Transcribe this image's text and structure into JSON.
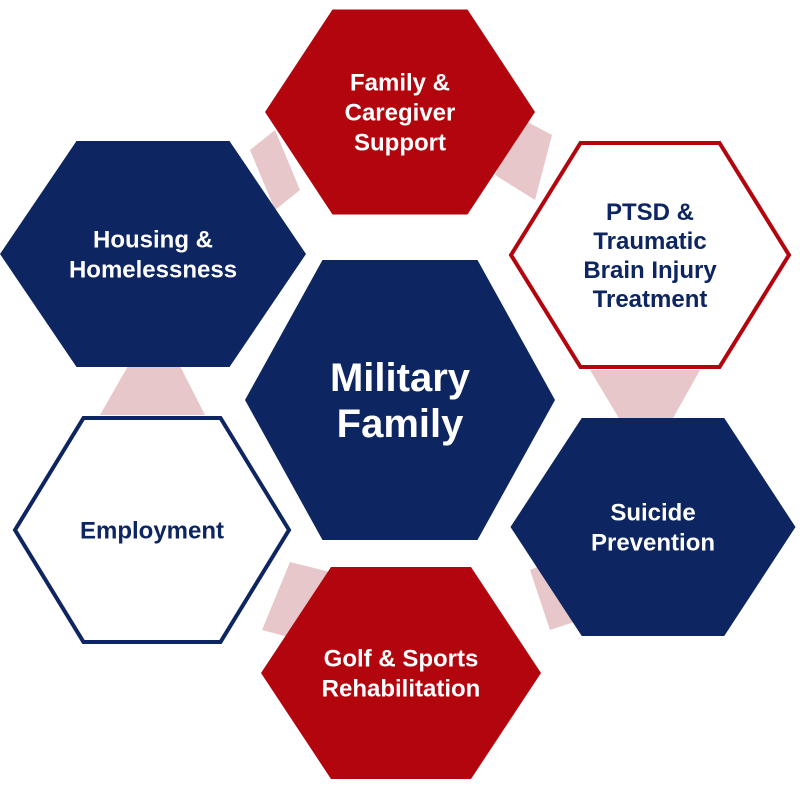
{
  "colors": {
    "navy": "#0d2560",
    "red": "#b3050e",
    "connector": "#e7c7c9",
    "white": "#ffffff"
  },
  "center": {
    "lines": [
      "Military",
      "Family"
    ]
  },
  "items": [
    {
      "id": "family-caregiver-support",
      "lines": [
        "Family &",
        "Caregiver",
        "Support"
      ],
      "style": "red-filled"
    },
    {
      "id": "ptsd-tbi-treatment",
      "lines": [
        "PTSD &",
        "Traumatic",
        "Brain Injury",
        "Treatment"
      ],
      "style": "red-outline"
    },
    {
      "id": "suicide-prevention",
      "lines": [
        "Suicide",
        "Prevention"
      ],
      "style": "navy-filled"
    },
    {
      "id": "golf-sports-rehabilitation",
      "lines": [
        "Golf & Sports",
        "Rehabilitation"
      ],
      "style": "red-filled"
    },
    {
      "id": "employment",
      "lines": [
        "Employment"
      ],
      "style": "navy-outline"
    },
    {
      "id": "housing-homelessness",
      "lines": [
        "Housing &",
        "Homelessness"
      ],
      "style": "navy-filled"
    }
  ]
}
